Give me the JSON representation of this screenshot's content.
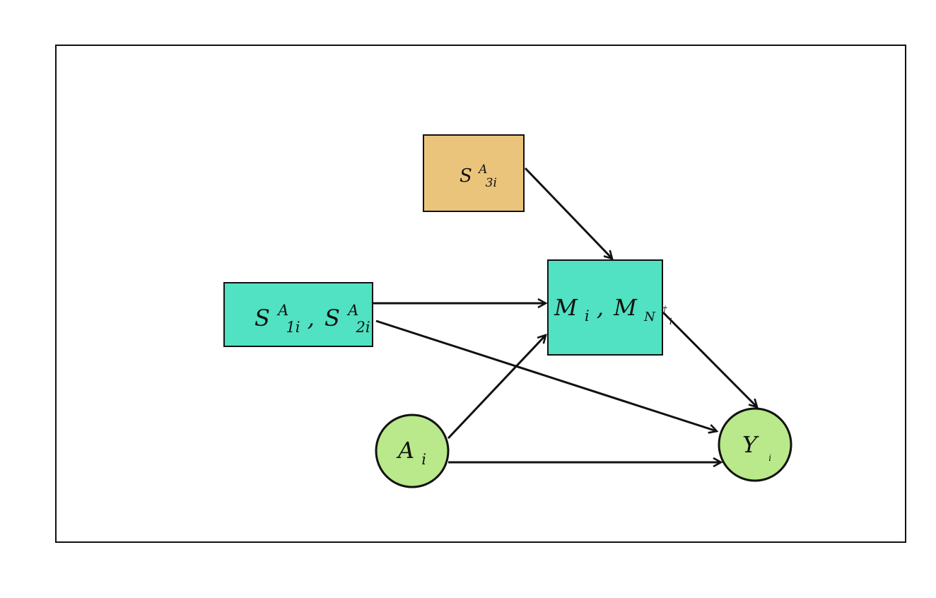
{
  "diagram": {
    "colors": {
      "orange_node": "#EBC47C",
      "teal_node": "#50E2C2",
      "green_node": "#B9E98A",
      "stroke": "#111111"
    },
    "nodes": {
      "s3": {
        "base": "S",
        "sub": "3i",
        "sup": "A"
      },
      "s12": {
        "first": {
          "base": "S",
          "sub": "1i",
          "sup": "A"
        },
        "separator": ",",
        "second": {
          "base": "S",
          "sub": "2i",
          "sup": "A"
        }
      },
      "m": {
        "first": {
          "base": "M",
          "sub": "i"
        },
        "separator": ",",
        "second": {
          "base": "M",
          "sub": "N",
          "sup": "†",
          "subsub": "i"
        }
      },
      "a": {
        "base": "A",
        "sub": "i"
      },
      "y": {
        "base": "Y",
        "sub": "i"
      }
    },
    "edges": [
      {
        "from": "s3",
        "to": "m"
      },
      {
        "from": "s12",
        "to": "m"
      },
      {
        "from": "s12",
        "to": "y"
      },
      {
        "from": "a",
        "to": "m"
      },
      {
        "from": "a",
        "to": "y"
      },
      {
        "from": "m",
        "to": "y"
      }
    ]
  }
}
